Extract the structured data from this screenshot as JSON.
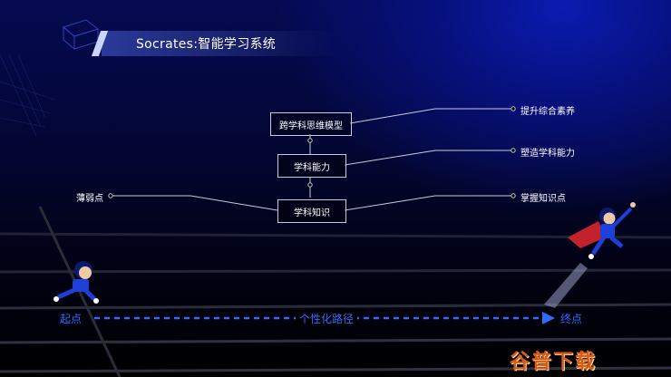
{
  "slide": {
    "title": "Socrates:智能学习系统"
  },
  "diagram": {
    "nodes": [
      {
        "id": "cross",
        "label": "跨学科思维模型"
      },
      {
        "id": "ability",
        "label": "学科能力"
      },
      {
        "id": "knowledge",
        "label": "学科知识"
      }
    ],
    "branches": [
      {
        "id": "literacy",
        "label": "提升综合素养"
      },
      {
        "id": "shape",
        "label": "塑造学科能力"
      },
      {
        "id": "master",
        "label": "掌握知识点"
      },
      {
        "id": "weak",
        "label": "薄弱点"
      }
    ]
  },
  "track": {
    "start_label": "起点",
    "path_label": "个性化路径",
    "end_label": "终点"
  },
  "watermark": "谷普下载",
  "colors": {
    "accent": "#2f6bff",
    "line": "#c8ccd8"
  }
}
